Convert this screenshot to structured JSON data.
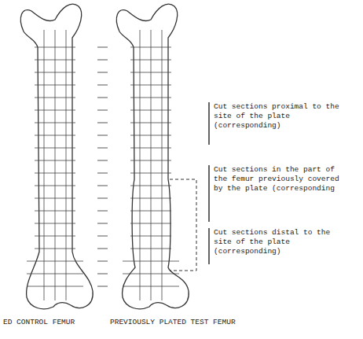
{
  "diagram": {
    "labels": [
      "Cut sections proximal to the site of the plate (corresponding)",
      "Cut sections in the part of the femur previously covered by the plate (corresponding",
      "Cut sections distal to the site of the plate (corresponding)",
      "ED CONTROL FEMUR",
      "PREVIOUSLY PLATED TEST FEMUR"
    ]
  }
}
